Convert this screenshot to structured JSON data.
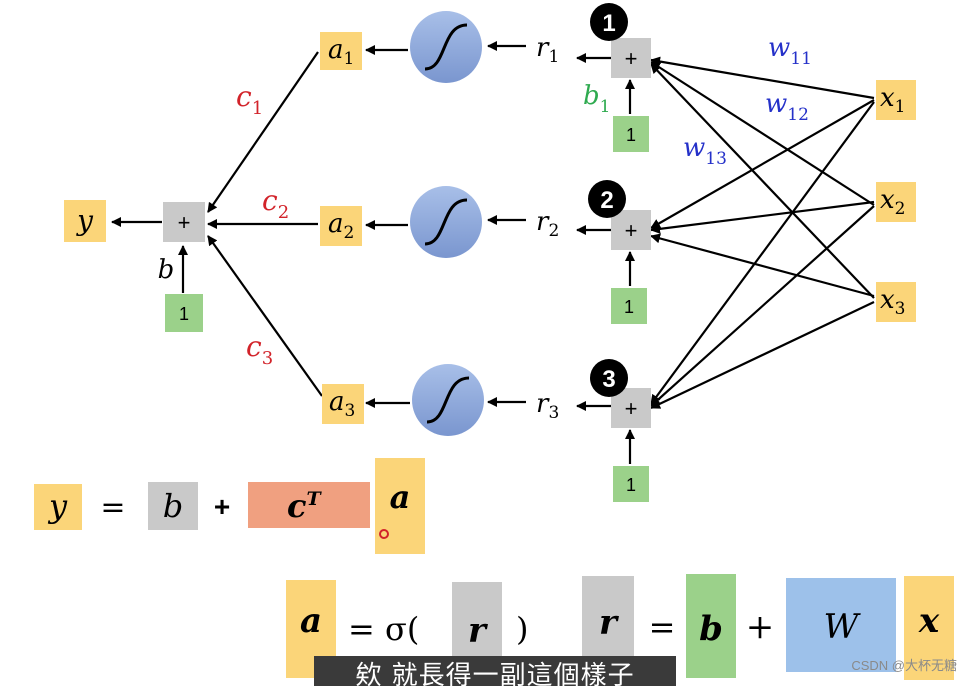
{
  "diagram": {
    "output": {
      "label": "y",
      "bias_label": "b",
      "bias_value": "1",
      "sum": "+"
    },
    "hidden_units": [
      {
        "number": "1",
        "a": "a",
        "a_sub": "1",
        "r": "r",
        "r_sub": "1",
        "c": "c",
        "c_sub": "1",
        "bias_value": "1",
        "sum": "+"
      },
      {
        "number": "2",
        "a": "a",
        "a_sub": "2",
        "r": "r",
        "r_sub": "2",
        "c": "c",
        "c_sub": "2",
        "bias_value": "1",
        "sum": "+"
      },
      {
        "number": "3",
        "a": "a",
        "a_sub": "3",
        "r": "r",
        "r_sub": "3",
        "c": "c",
        "c_sub": "3",
        "bias_value": "1",
        "sum": "+"
      }
    ],
    "unit1_bias": {
      "b": "b",
      "sub": "1"
    },
    "inputs": [
      {
        "x": "x",
        "sub": "1"
      },
      {
        "x": "x",
        "sub": "2"
      },
      {
        "x": "x",
        "sub": "3"
      }
    ],
    "weights": [
      {
        "w": "w",
        "sub": "11"
      },
      {
        "w": "w",
        "sub": "12"
      },
      {
        "w": "w",
        "sub": "13"
      }
    ]
  },
  "equation1": {
    "y": "y",
    "eq": "=",
    "b": "b",
    "plus": "+",
    "c": "c",
    "c_sup": "T",
    "a": "a"
  },
  "equation2": {
    "a": "a",
    "eq": "= σ(",
    "r": "r",
    "close": ")"
  },
  "equation3": {
    "r": "r",
    "eq": "=",
    "b": "b",
    "plus": "+",
    "W": "W",
    "x": "x"
  },
  "subtitle": "欸 就長得一副這個樣子",
  "watermark": "CSDN @大杯无糖",
  "colors": {
    "yellow": "#fbd579",
    "gray": "#c9c9c9",
    "green": "#9bd18a",
    "blue_circle": "#8aa6d8",
    "salmon": "#f0a080",
    "blue_box": "#9dc1ea",
    "red_text": "#d2232a",
    "blue_text": "#2531c9",
    "green_text": "#2eaa4f"
  }
}
